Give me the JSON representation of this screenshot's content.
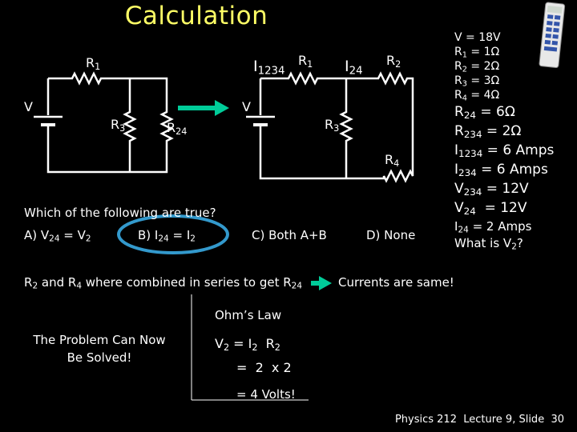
{
  "title": "Calculation",
  "left_circuit": {
    "r1": "R",
    "r1_sub": "1",
    "v": "V",
    "r3": "R",
    "r3_sub": "3",
    "r24": "R",
    "r24_sub": "24"
  },
  "right_circuit": {
    "i1234": "I",
    "i1234_sub": "1234",
    "r1": "R",
    "r1_sub": "1",
    "i24": "I",
    "i24_sub": "24",
    "r2": "R",
    "r2_sub": "2",
    "v": "V",
    "r3": "R",
    "r3_sub": "3",
    "r4": "R",
    "r4_sub": "4"
  },
  "question": {
    "prompt": "Which of the following are true?",
    "option_a_prefix": "A) V",
    "option_a_sub1": "24",
    "option_a_mid": " = V",
    "option_a_sub2": "2",
    "option_b_prefix": "B) I",
    "option_b_sub1": "24",
    "option_b_mid": " = I",
    "option_b_sub2": "2",
    "option_c": "C) Both A+B",
    "option_d": "D) None"
  },
  "series_note": {
    "prefix": "R",
    "sub1": "2",
    "mid": " and R",
    "sub2": "4",
    "rest": " where combined in series to get R",
    "sub3": "24",
    "result": "Currents are same!"
  },
  "ohms": {
    "heading": "Ohm’s Law",
    "line1_a": "V",
    "line1_sub1": "2",
    "line1_b": " = I",
    "line1_sub2": "2",
    "line1_c": "  R",
    "line1_sub3": "2",
    "line2": "=  2  x 2",
    "line3": "= 4 Volts!"
  },
  "solved_note": {
    "line1": "The Problem Can Now",
    "line2": "Be Solved!"
  },
  "values": {
    "v": "V = 18V",
    "r1": "R",
    "r1_sub": "1",
    "r1_val": " = 1Ω",
    "r2": "R",
    "r2_sub": "2",
    "r2_val": " = 2Ω",
    "r3": "R",
    "r3_sub": "3",
    "r3_val": " = 3Ω",
    "r4": "R",
    "r4_sub": "4",
    "r4_val": " = 4Ω",
    "r24": "R",
    "r24_sub": "24",
    "r24_val": " = 6Ω",
    "r234": "R",
    "r234_sub": "234",
    "r234_val": " = 2Ω",
    "i1234": "I",
    "i1234_sub": "1234",
    "i1234_val": " = 6 Amps",
    "i234": "I",
    "i234_sub": "234",
    "i234_val": " = 6 Amps",
    "v234": "V",
    "v234_sub": "234",
    "v234_val": " = 12V",
    "v24": "V",
    "v24_sub": "24",
    "v24_val": "  = 12V",
    "i24": "I",
    "i24_sub": "24",
    "i24_val": " = 2 Amps",
    "question": "What is V",
    "question_sub": "2",
    "question_end": "?"
  },
  "footer": "Physics 212  Lecture 9, Slide  30",
  "colors": {
    "accent": "#ffff66",
    "arrow": "#00cc99",
    "ellipse": "#3399cc"
  }
}
